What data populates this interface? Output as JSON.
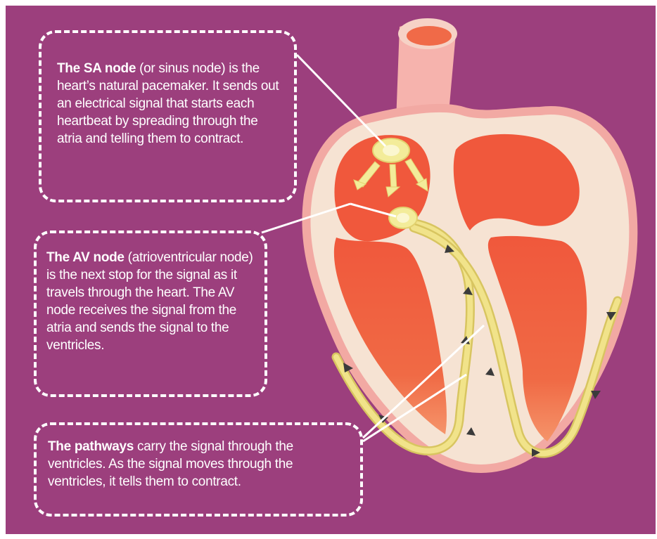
{
  "callouts": {
    "sa_node": {
      "title": "The SA node",
      "body": " (or sinus node) is the heart’s natural pacemaker. It sends out an electrical signal that starts each heartbeat by spreading through the atria and telling them to contract."
    },
    "av_node": {
      "title": "The AV node",
      "body": " (atrioventricular node) is the next stop for the signal as it travels through the heart. The AV node receives the signal from the atria and sends the signal to the ventricles."
    },
    "pathways": {
      "title": "The pathways",
      "body": " carry the signal through the ventricles. As the signal moves through the ventricles, it tells them to contract."
    }
  },
  "colors": {
    "background": "#9c3f7d",
    "heart_wall": "#f6e3d3",
    "heart_outline": "#f2a9a3",
    "chamber": "#f0583c",
    "node": "#f3ec9a",
    "pathway": "#f1e38a",
    "arrow": "#3b3b3b"
  }
}
